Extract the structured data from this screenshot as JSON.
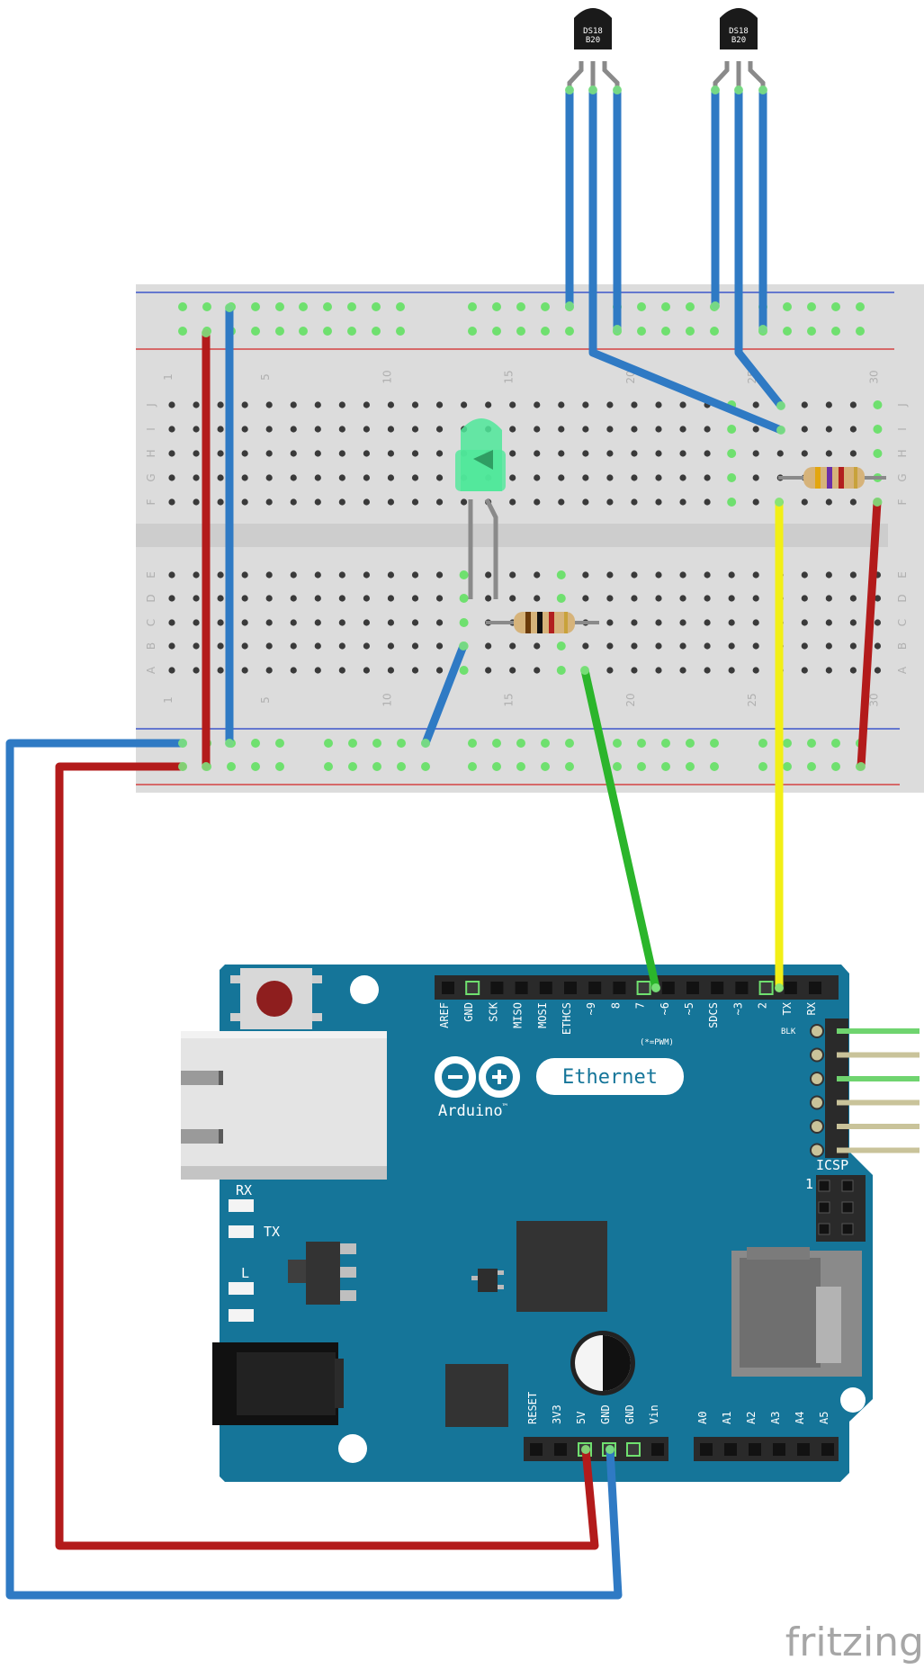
{
  "sensors": [
    {
      "line1": "DS18",
      "line2": "B20"
    },
    {
      "line1": "DS18",
      "line2": "B20"
    }
  ],
  "breadboard": {
    "row_letters": [
      "J",
      "I",
      "H",
      "G",
      "F",
      "E",
      "D",
      "C",
      "B",
      "A"
    ],
    "column_numbers": [
      "1",
      "5",
      "10",
      "15",
      "20",
      "25",
      "30"
    ]
  },
  "arduino": {
    "brand": "Arduino",
    "trademark": "™",
    "model": "Ethernet",
    "digital_pin_labels": [
      "AREF",
      "GND",
      "SCK",
      "MISO",
      "MOSI",
      "ETHCS",
      "~9",
      "8",
      "7",
      "~6",
      "~5",
      "SDCS",
      "~3",
      "2",
      "TX",
      "RX"
    ],
    "pwm_note": "(*=PWM)",
    "power_pin_labels": [
      "RESET",
      "3V3",
      "5V",
      "GND",
      "GND",
      "Vin"
    ],
    "analog_pin_labels": [
      "A0",
      "A1",
      "A2",
      "A3",
      "A4",
      "A5"
    ],
    "led_labels": {
      "rx": "RX",
      "tx": "TX",
      "l": "L"
    },
    "ftdi_label": "BLK",
    "icsp_label": "ICSP",
    "icsp_pin1": "1"
  },
  "colors": {
    "blue_wire": "#2f7ac4",
    "red_wire": "#b31b1b",
    "green_wire": "#2bb52b",
    "yellow_wire": "#f2ef16",
    "board": "#157599",
    "breadboard": "#dcdcdc",
    "led": "#4fe89a"
  },
  "watermark": "fritzing"
}
